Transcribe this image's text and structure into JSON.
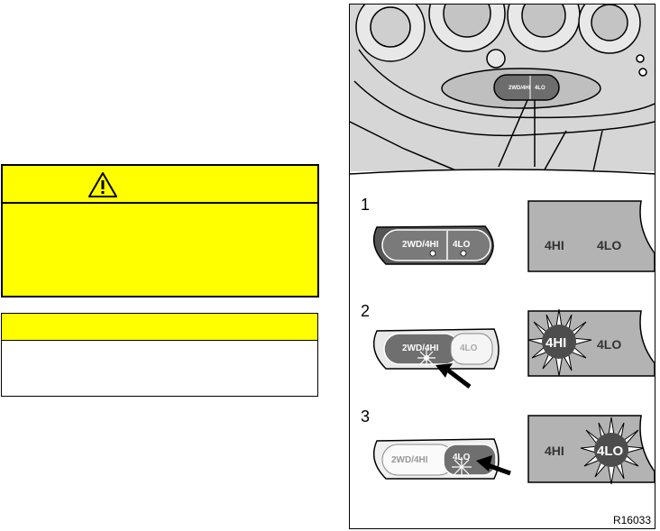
{
  "illustration": {
    "steps": [
      "1",
      "2",
      "3"
    ],
    "switch_labels": {
      "left": "2WD/4HI",
      "right": "4LO"
    },
    "indicators": {
      "high": "4HI",
      "low": "4LO"
    },
    "figure_code": "R16033"
  },
  "colors": {
    "caution_bg": "#ffff00",
    "panel_gray": "#b3b3b3",
    "switch_dark": "#7a7a7a"
  }
}
